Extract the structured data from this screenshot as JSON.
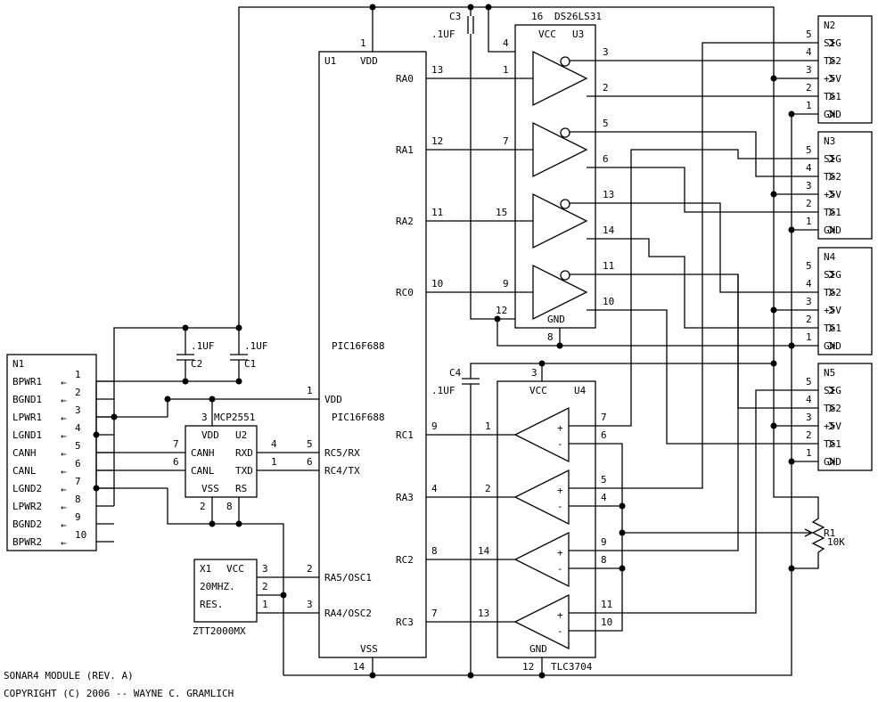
{
  "title_block": {
    "line1": "SONAR4 MODULE (REV. A)",
    "line2": "COPYRIGHT (C) 2006 -- WAYNE C. GRAMLICH"
  },
  "u1": {
    "ref": "U1",
    "part_top": "PIC16F688",
    "part_mid": "PIC16F688",
    "vdd_label": "VDD",
    "vdd_label2": "VDD",
    "vss_label": "VSS",
    "pin_vdd": "1",
    "pin_vdd2": "1",
    "pin_vss": "14",
    "left_pins": [
      {
        "label": "RC5/RX",
        "num": "5"
      },
      {
        "label": "RC4/TX",
        "num": "6"
      },
      {
        "label": "RA5/OSC1",
        "num": "2"
      },
      {
        "label": "RA4/OSC2",
        "num": "3"
      }
    ],
    "right_pins": [
      {
        "label": "RA0",
        "num": "13"
      },
      {
        "label": "RA1",
        "num": "12"
      },
      {
        "label": "RA2",
        "num": "11"
      },
      {
        "label": "RC0",
        "num": "10"
      },
      {
        "label": "RC1",
        "num": "9"
      },
      {
        "label": "RA3",
        "num": "4"
      },
      {
        "label": "RC2",
        "num": "8"
      },
      {
        "label": "RC3",
        "num": "7"
      }
    ]
  },
  "u3": {
    "ref": "U3",
    "part": "DS26LS31",
    "vcc": "VCC",
    "gnd": "GND",
    "pin_vcc": "16",
    "pin_gnd": "8",
    "pin_en": "4",
    "pin_en2": "12",
    "drivers": [
      {
        "in": "1",
        "inv": "3",
        "out": "2"
      },
      {
        "in": "7",
        "inv": "5",
        "out": "6"
      },
      {
        "in": "15",
        "inv": "13",
        "out": "14"
      },
      {
        "in": "9",
        "inv": "11",
        "out": "10"
      }
    ]
  },
  "u4": {
    "ref": "U4",
    "part": "TLC3704",
    "vcc": "VCC",
    "gnd": "GND",
    "pin_vcc": "3",
    "pin_gnd": "12",
    "comparators": [
      {
        "out": "1",
        "plus": "7",
        "minus": "6"
      },
      {
        "out": "2",
        "plus": "5",
        "minus": "4"
      },
      {
        "out": "14",
        "plus": "9",
        "minus": "8"
      },
      {
        "out": "13",
        "plus": "11",
        "minus": "10"
      }
    ]
  },
  "u2": {
    "ref": "U2",
    "part": "MCP2551",
    "vdd": "VDD",
    "canh": "CANH",
    "canl": "CANL",
    "vss": "VSS",
    "rxd": "RXD",
    "txd": "TXD",
    "rs": "RS",
    "pin_vdd": "3",
    "pin_canh": "7",
    "pin_canl": "6",
    "pin_rxd": "4",
    "pin_txd": "1",
    "pin_vss": "2",
    "pin_rs": "8"
  },
  "x1": {
    "ref": "X1",
    "vcc": "VCC",
    "freq": "20MHZ.",
    "res": "RES.",
    "part": "ZTT2000MX",
    "pins": [
      "3",
      "2",
      "1"
    ]
  },
  "n1": {
    "ref": "N1",
    "pins": [
      {
        "label": "BPWR1",
        "num": "1"
      },
      {
        "label": "BGND1",
        "num": "2"
      },
      {
        "label": "LPWR1",
        "num": "3"
      },
      {
        "label": "LGND1",
        "num": "4"
      },
      {
        "label": "CANH",
        "num": "5"
      },
      {
        "label": "CANL",
        "num": "6"
      },
      {
        "label": "LGND2",
        "num": "7"
      },
      {
        "label": "LPWR2",
        "num": "8"
      },
      {
        "label": "BGND2",
        "num": "9"
      },
      {
        "label": "BPWR2",
        "num": "10"
      }
    ],
    "arrow": "←"
  },
  "sonar_connectors": [
    {
      "ref": "N2",
      "pins": [
        {
          "num": "5",
          "label": "SIG"
        },
        {
          "num": "4",
          "label": "TG2"
        },
        {
          "num": "3",
          "label": "+5V"
        },
        {
          "num": "2",
          "label": "TG1"
        },
        {
          "num": "1",
          "label": "GND"
        }
      ]
    },
    {
      "ref": "N3",
      "pins": [
        {
          "num": "5",
          "label": "SIG"
        },
        {
          "num": "4",
          "label": "TG2"
        },
        {
          "num": "3",
          "label": "+5V"
        },
        {
          "num": "2",
          "label": "TG1"
        },
        {
          "num": "1",
          "label": "GND"
        }
      ]
    },
    {
      "ref": "N4",
      "pins": [
        {
          "num": "5",
          "label": "SIG"
        },
        {
          "num": "4",
          "label": "TG2"
        },
        {
          "num": "3",
          "label": "+5V"
        },
        {
          "num": "2",
          "label": "TG1"
        },
        {
          "num": "1",
          "label": "GND"
        }
      ]
    },
    {
      "ref": "N5",
      "pins": [
        {
          "num": "5",
          "label": "SIG"
        },
        {
          "num": "4",
          "label": "TG2"
        },
        {
          "num": "3",
          "label": "+5V"
        },
        {
          "num": "2",
          "label": "TG1"
        },
        {
          "num": "1",
          "label": "GND"
        }
      ]
    }
  ],
  "capacitors": {
    "c1": {
      "ref": "C1",
      "value": ".1UF"
    },
    "c2": {
      "ref": "C2",
      "value": ".1UF"
    },
    "c3": {
      "ref": "C3",
      "value": ".1UF"
    },
    "c4": {
      "ref": "C4",
      "value": ".1UF"
    }
  },
  "r1": {
    "ref": "R1",
    "value": "10K"
  }
}
